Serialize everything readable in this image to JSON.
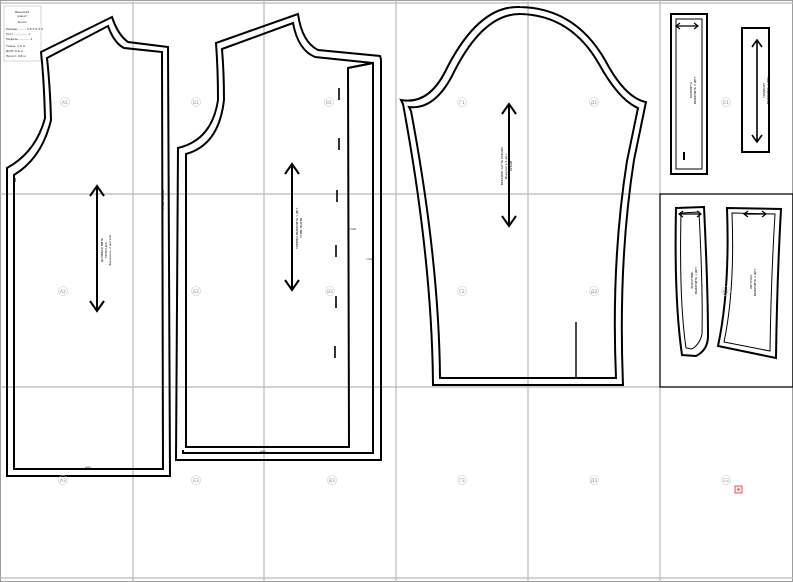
{
  "tile_labels": {
    "A1": "А1",
    "B1": "Б1",
    "V1": "В1",
    "G1": "Г1",
    "D1": "Д1",
    "E1": "Е1",
    "A2": "А2",
    "B2": "Б2",
    "V2": "В2",
    "G2": "Г2",
    "D2": "Д2",
    "E2": "Е2",
    "A3": "А3",
    "B3": "Б3",
    "V3": "В3",
    "G3": "Г3",
    "D3": "Д3",
    "E3": "Е3"
  },
  "title_block": {
    "title_line1": "Женский",
    "title_line2": "жакет",
    "subtitle": "Эскиз",
    "rows": [
      "Размер ........ 4 8 5 0 5 2",
      "Рост .............. 1",
      "Модель ........... 1"
    ],
    "small": [
      "Ткань: 1,5 м",
      "ДОП: 0,6 м",
      "Прокл: 0,8 м"
    ]
  },
  "pieces": {
    "front_text": [
      "ДОЛЕВАЯ НИТЬ",
      "ПОЛОЧКА",
      "Выкроить 2 детали"
    ],
    "back_text": [
      "СПИНКА ВЫКРОИТЬ 1 ДЕТ.",
      "СГИБ ТКАНИ"
    ],
    "sleeve_text": [
      "ВЕРХНЯЯ ЧАСТЬ РУКАВА",
      "Выкроить 2 дет.",
      "РУКАВ"
    ],
    "cuff_text": [
      "МАНЖЕТА",
      "ВЫКРОИТЬ 2 ДЕТ."
    ],
    "facing_text": [
      "ПОДБОРТ",
      "ВЫКРОИТЬ 2 ДЕТ."
    ],
    "collar_text": [
      "ВОРОТНИК",
      "ВЫКРОИТЬ 1 ДЕТ."
    ],
    "stand_text": [
      "ОБТАЧКА",
      "ВЫКРОИТЬ 2 ДЕТ."
    ],
    "notch_labels": [
      "низ",
      "низ",
      "сгиб",
      "спин"
    ]
  },
  "colors": {
    "grid": "#b9b9b9",
    "outline": "#000000",
    "tile_label": "#8a8a8a",
    "marker": "#e03030"
  }
}
